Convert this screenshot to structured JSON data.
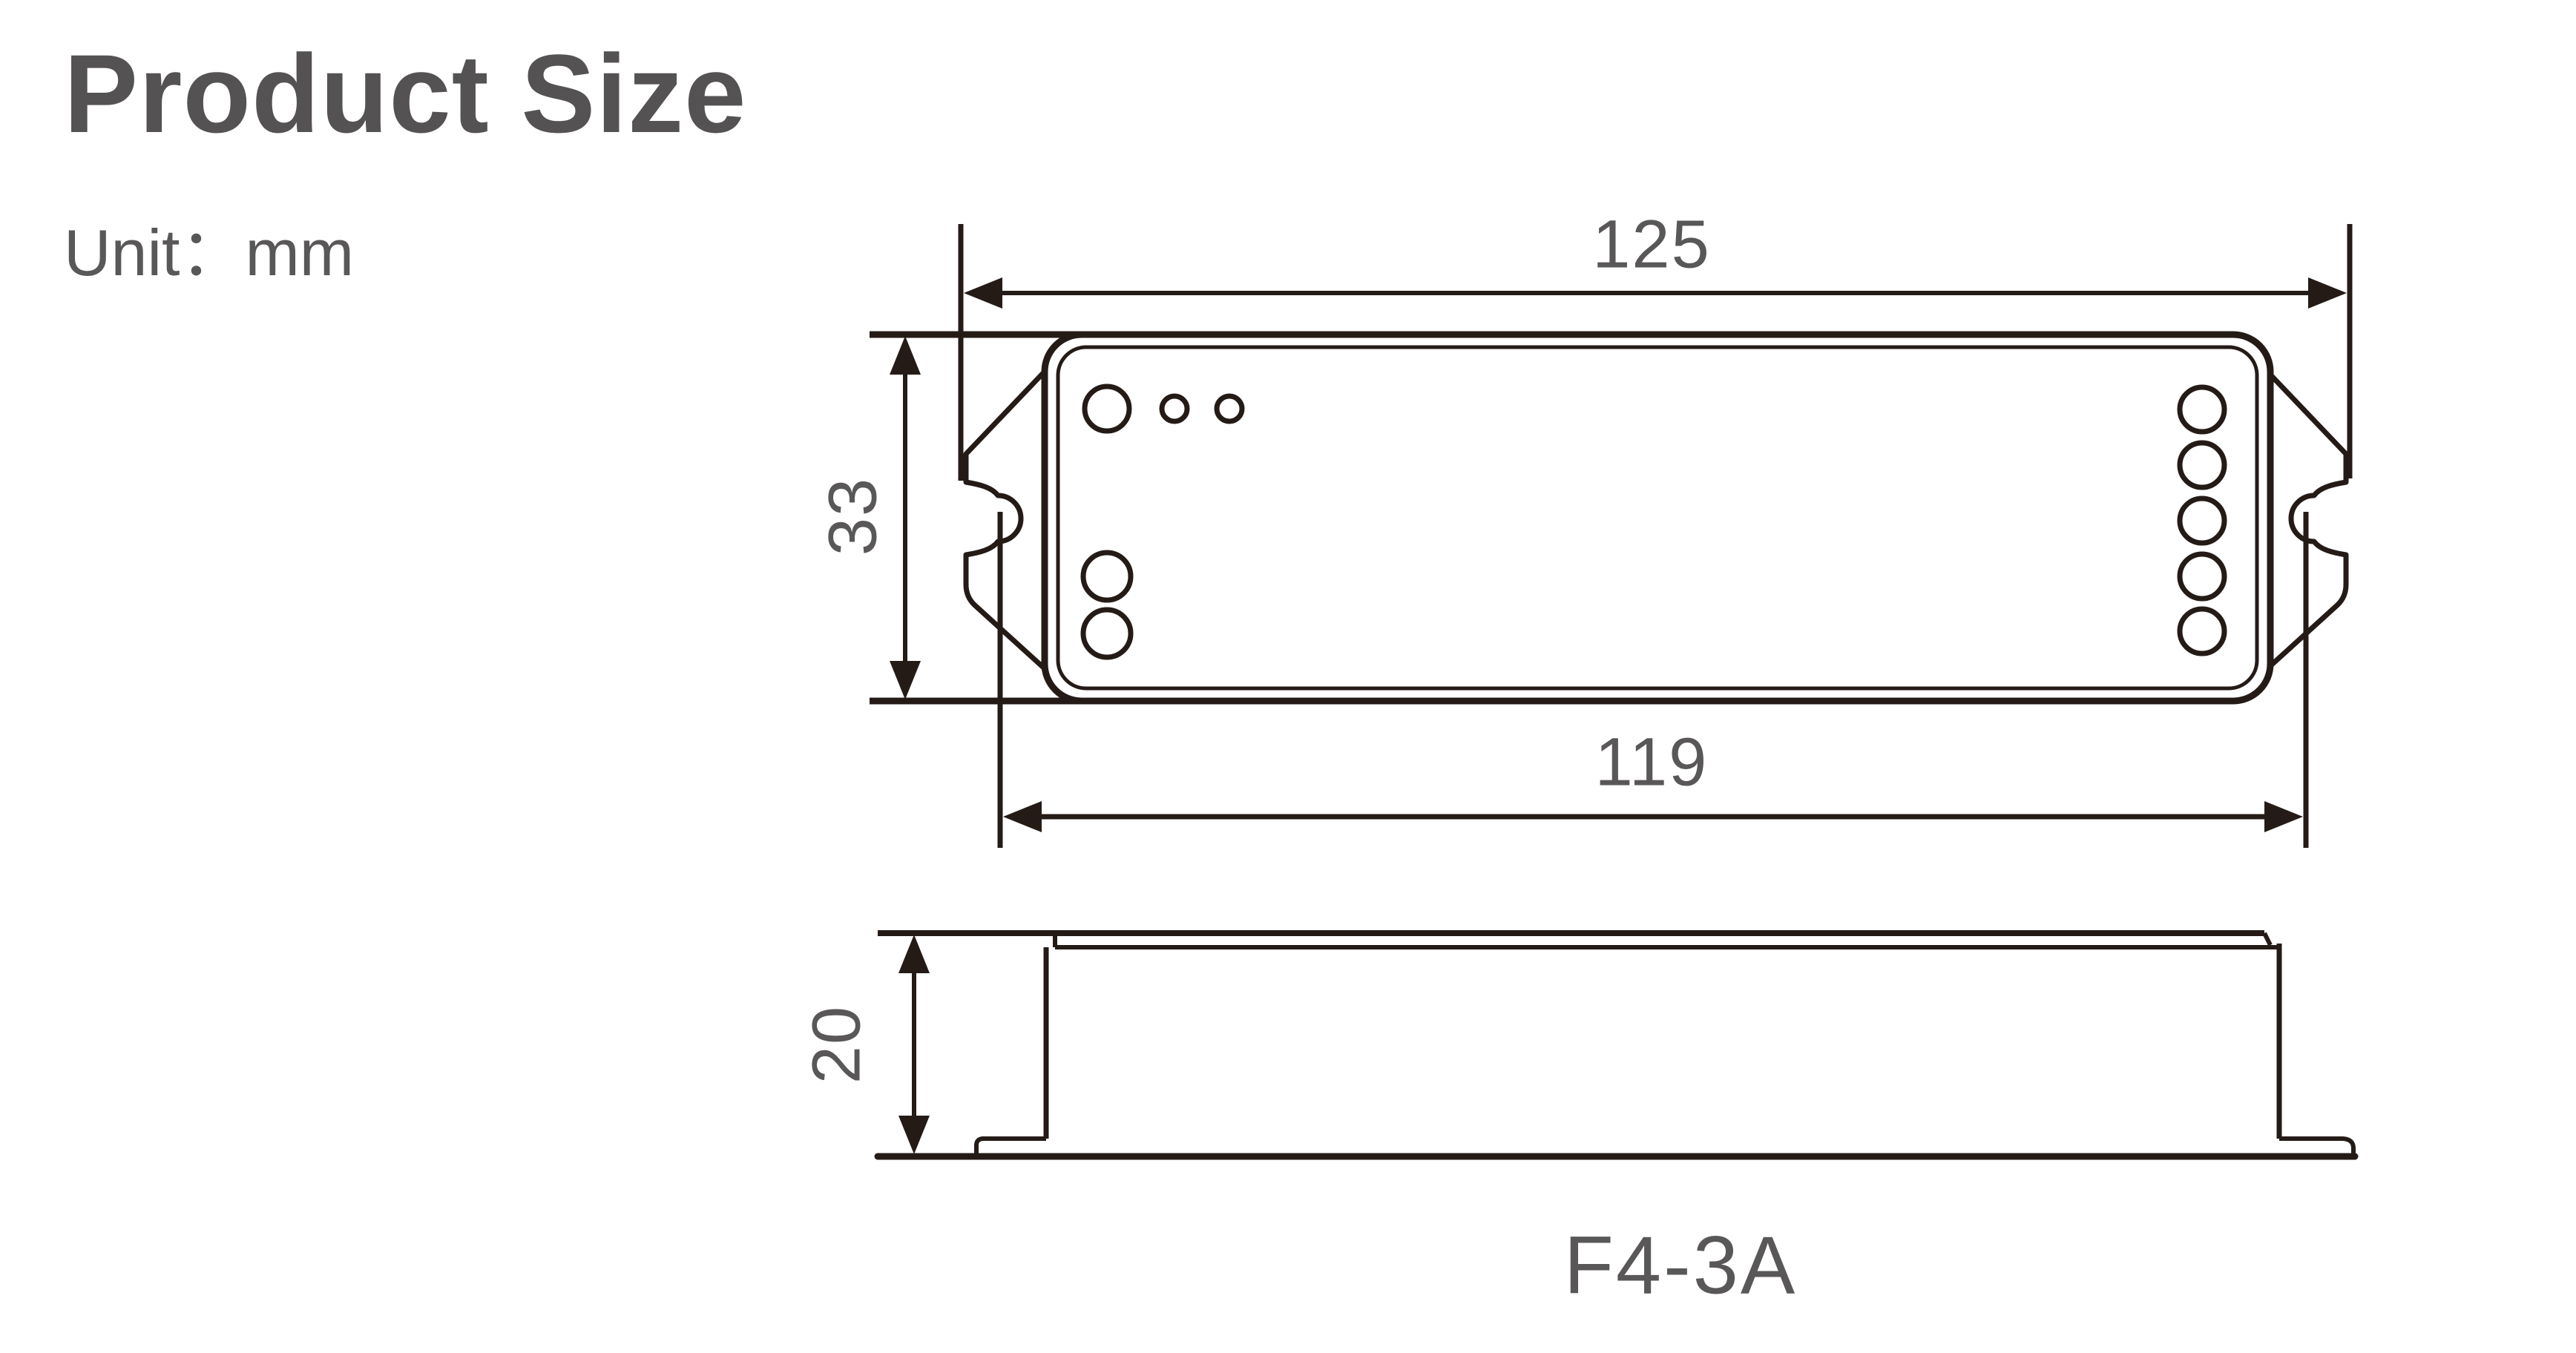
{
  "header": {
    "title": "Product Size",
    "unit_label": "Unit：mm"
  },
  "diagram": {
    "model": "F4-3A",
    "dimensions": {
      "overall_width_mm": "125",
      "height_mm": "33",
      "mounting_width_mm": "119",
      "depth_mm": "20"
    },
    "colors": {
      "line": "#241b17",
      "dim_text": "#595757",
      "title_text": "#545253"
    }
  }
}
